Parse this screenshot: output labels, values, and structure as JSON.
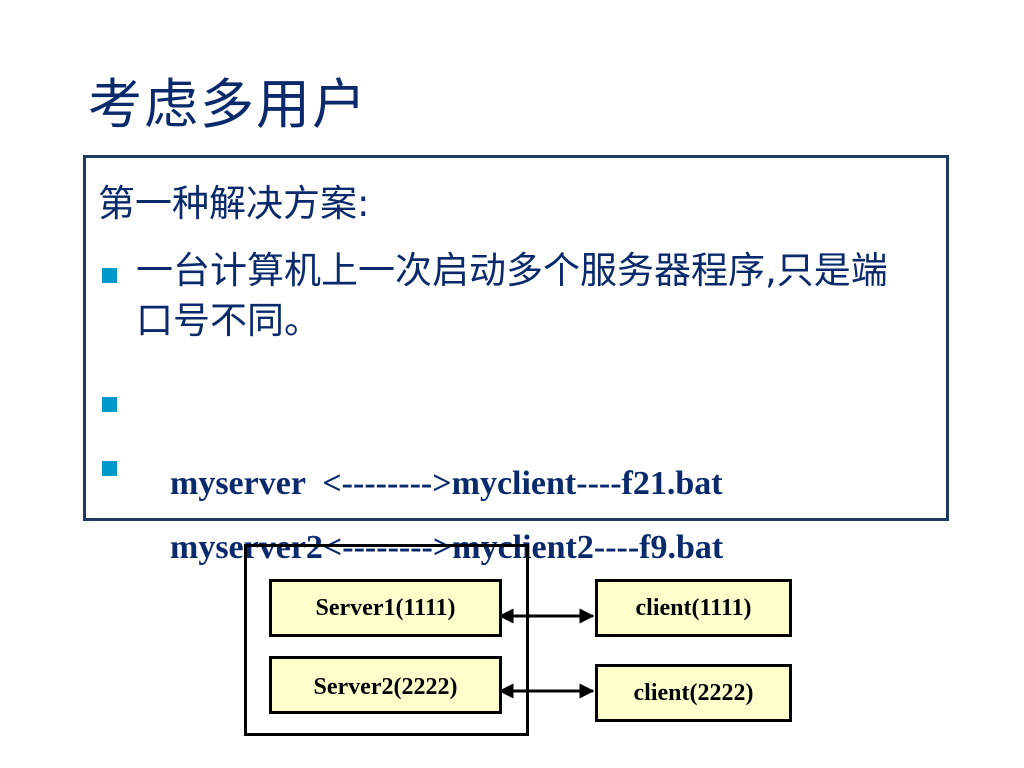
{
  "slide": {
    "title": "考虑多用户"
  },
  "content": {
    "heading": "第一种解决方案:",
    "bullets": [
      "一台计算机上一次启动多个服务器程序,只是端口号不同。",
      "myserver  <-------->myclient----f21.bat",
      "myserver2<-------->myclient2----f9.bat"
    ],
    "colors": {
      "text": "#0a2a6c",
      "bullet_marker": "#0099cc",
      "box_border": "#1f3b61",
      "node_fill": "#ffffcc"
    }
  },
  "diagram": {
    "nodes": {
      "server1": "Server1(1111)",
      "server2": "Server2(2222)",
      "client1": "client(1111)",
      "client2": "client(2222)"
    },
    "edges": [
      {
        "from": "server1",
        "to": "client1",
        "type": "bidirectional-arrow"
      },
      {
        "from": "server2",
        "to": "client2",
        "type": "bidirectional-arrow"
      }
    ]
  }
}
